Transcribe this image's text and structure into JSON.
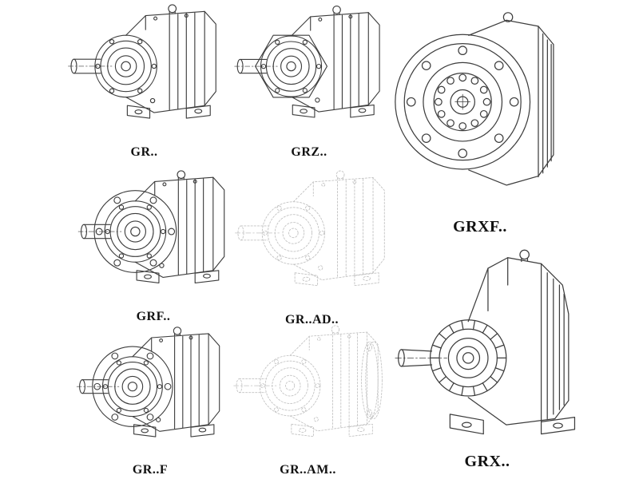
{
  "page": {
    "description": "Catalog sheet of helical gear reducer model line drawings",
    "colors": {
      "ink": "#3d3d3d",
      "faded_ink": "#c2c2c2",
      "background": "#ffffff",
      "label": "#111111"
    }
  },
  "figures": [
    {
      "id": "gr",
      "label": "GR.."
    },
    {
      "id": "grz",
      "label": "GRZ.."
    },
    {
      "id": "grxf",
      "label": "GRXF.."
    },
    {
      "id": "grf",
      "label": "GRF.."
    },
    {
      "id": "grad",
      "label": "GR..AD.."
    },
    {
      "id": "grx",
      "label": "GRX.."
    },
    {
      "id": "grrf",
      "label": "GR..F"
    },
    {
      "id": "gram",
      "label": "GR..AM.."
    }
  ]
}
